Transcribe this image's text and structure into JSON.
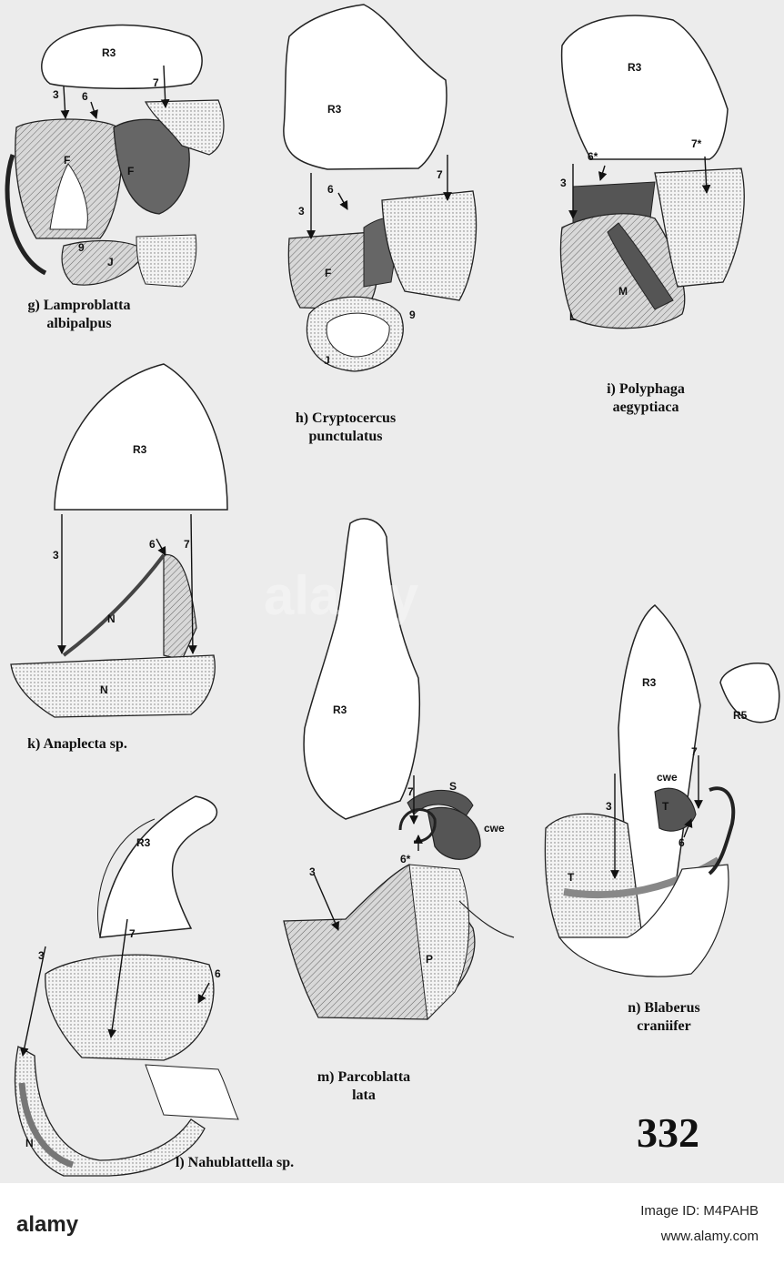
{
  "plate": {
    "number": "332",
    "background": "#ececec",
    "watermark": "alamy"
  },
  "labels": {
    "r3": "R3",
    "r5": "R5",
    "f": "F",
    "j": "J",
    "m": "M",
    "l": "L",
    "n": "N",
    "p": "P",
    "s": "S",
    "t": "T",
    "cwe": "cwe",
    "n3": "3",
    "n6": "6",
    "n6s": "6*",
    "n7": "7",
    "n7s": "7*",
    "n9": "9"
  },
  "panels": {
    "g": {
      "name": "g) Lamproblatta",
      "name2": "albipalpus"
    },
    "h": {
      "name": "h) Cryptocercus",
      "name2": "punctulatus"
    },
    "i": {
      "name": "i) Polyphaga",
      "name2": "aegyptiaca"
    },
    "k": {
      "name": "k) Anaplecta sp."
    },
    "l": {
      "name": "l) Nahublattella sp."
    },
    "m": {
      "name": "m) Parcoblatta",
      "name2": "lata"
    },
    "n": {
      "name": "n) Blaberus",
      "name2": "craniifer"
    }
  },
  "stock": {
    "logo": "alamy",
    "image_id": "Image ID: M4PAHB",
    "url": "www.alamy.com"
  }
}
